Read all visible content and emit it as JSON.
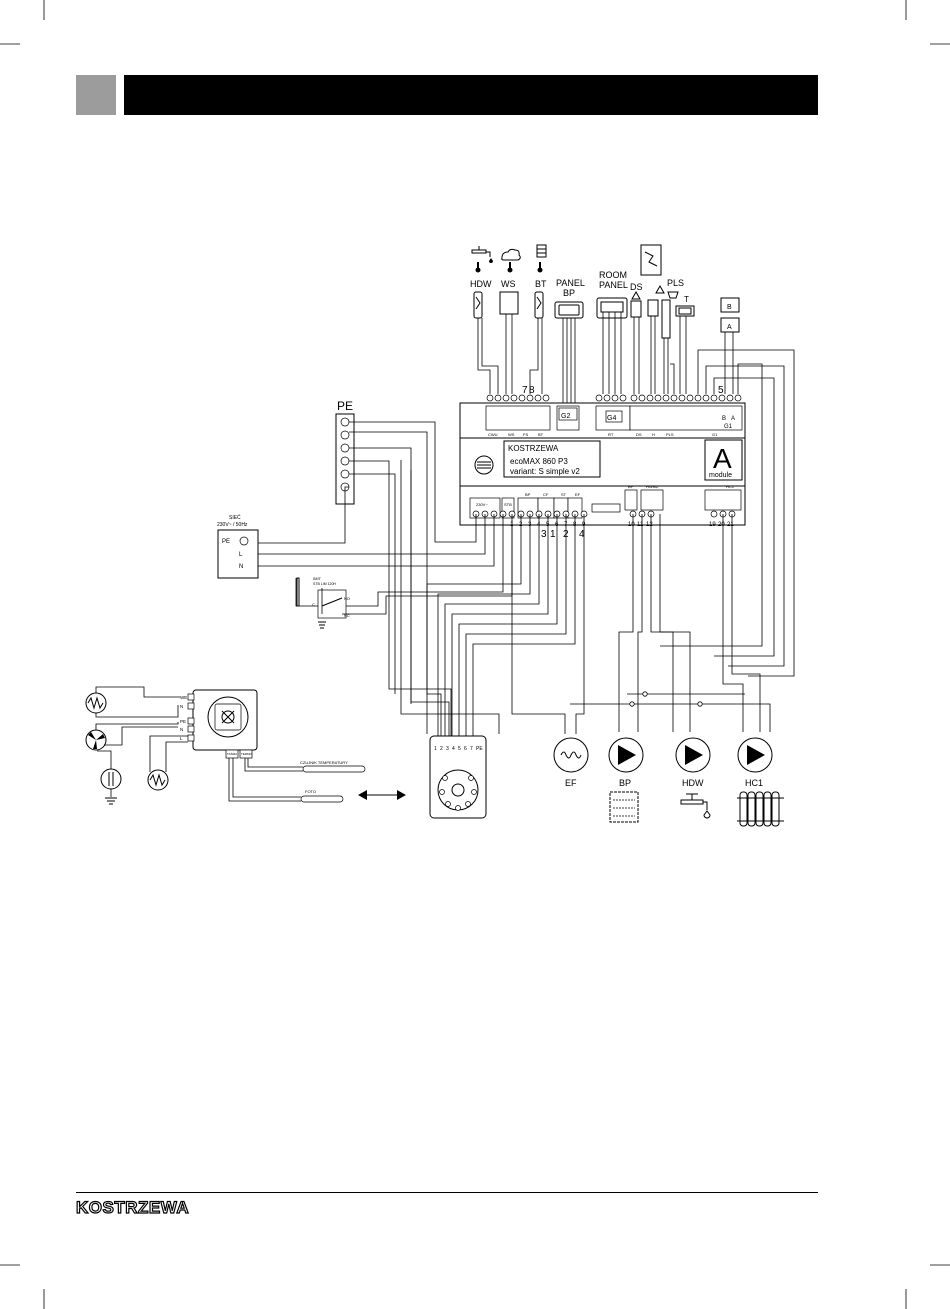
{
  "header": {
    "title": ""
  },
  "controller": {
    "brand": "KOSTRZEWA",
    "model": "ecoMAX 860 P3",
    "variant": "variant: S simple v2",
    "module_letter": "A",
    "module_word": "module"
  },
  "top_devices": {
    "hdw": "HDW",
    "ws": "WS",
    "bt": "BT",
    "panel_bp": [
      "PANEL",
      "BP"
    ],
    "room_panel": [
      "ROOM",
      "PANEL"
    ],
    "ds": "DS",
    "pls": "PLS",
    "t": "T",
    "b": "B",
    "a": "A"
  },
  "top_terminal_labels": [
    "CWU",
    "WS",
    "FS",
    "BT",
    "RT",
    "DS",
    "H",
    "PLS",
    "G1"
  ],
  "connector_labels": {
    "g2": "G2",
    "g4": "G4",
    "g1_b": "B",
    "g1_a": "A",
    "g1": "G1"
  },
  "top_numbers": {
    "n7": "7",
    "n8": "8",
    "n5": "5"
  },
  "bottom_terminal_labels": [
    "230V~",
    "STB",
    "BP",
    "CF",
    "ST",
    "EF",
    "BP",
    "HWMZ",
    "HC1"
  ],
  "bottom_terminal_numbers": [
    "1",
    "2",
    "3",
    "4",
    "5",
    "6",
    "7",
    "8",
    "9",
    "10",
    "11",
    "12",
    "19",
    "20",
    "21"
  ],
  "bottom_wire_numbers": [
    "3",
    "1",
    "2",
    "4"
  ],
  "pe_block": {
    "label": "PE"
  },
  "supply": {
    "title": "SIEĆ",
    "spec": "230V~ / 50Hz",
    "pe": "PE",
    "l": "L",
    "n": "N"
  },
  "stb": {
    "title": "IMIT",
    "sub": "STB LIM 120H",
    "c": "C",
    "no": "NO",
    "nc": "NC"
  },
  "burner_module": {
    "labels": [
      "WE",
      "N",
      "PE",
      "N",
      "L"
    ],
    "sensors": [
      "CZUJNIK TEMPERATURY",
      "FOTO"
    ],
    "connector_labels": [
      "TAŚMA",
      "TERMO"
    ]
  },
  "connector_pins": [
    "1",
    "2",
    "3",
    "4",
    "5",
    "6",
    "7",
    "PE"
  ],
  "pumps": [
    {
      "label": "EF"
    },
    {
      "label": "BP"
    },
    {
      "label": "HDW"
    },
    {
      "label": "HC1"
    }
  ],
  "footer": {
    "brand": "KOSTRZEWA"
  }
}
